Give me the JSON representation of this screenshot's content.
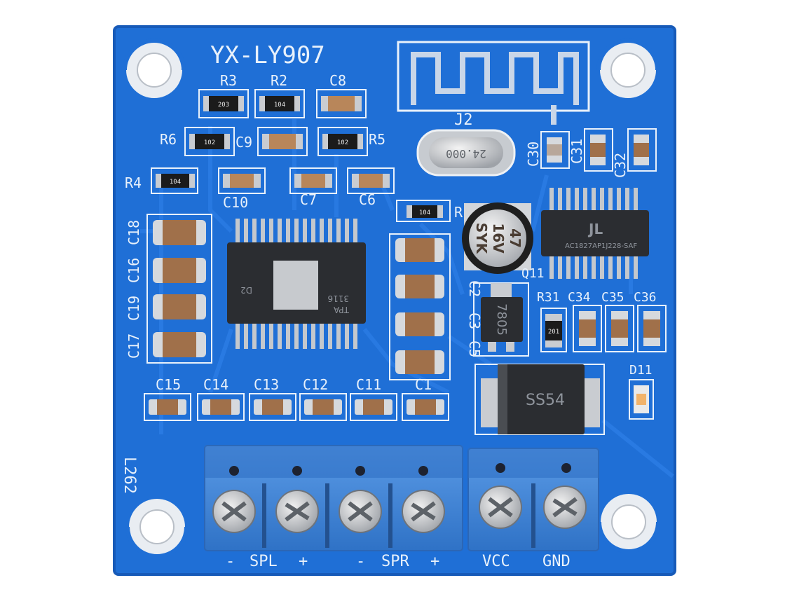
{
  "board": {
    "title": "YX-LY907",
    "inductor_label": "L262",
    "colors": {
      "pcb": "#1f6fd6",
      "pcb_edge": "#1a5fc0",
      "silkscreen": "#e8f1fb",
      "terminal": "#3f86d9",
      "chip": "#2b2d31",
      "capacitor": "#b8865a",
      "pad": "#c9ccd1"
    }
  },
  "labels": {
    "r3": "R3",
    "r2": "R2",
    "c8": "C8",
    "r6": "R6",
    "c9": "C9",
    "r5": "R5",
    "r4": "R4",
    "c10": "C10",
    "c7": "C7",
    "c6": "C6",
    "c18": "C18",
    "c16": "C16",
    "c19": "C19",
    "c17": "C17",
    "r1": "R1",
    "c2": "C2",
    "c3": "C3",
    "c5": "C5",
    "j2": "J2",
    "c30": "C30",
    "c31": "C31",
    "c32": "C32",
    "q11": "Q11",
    "r31": "R31",
    "c34": "C34",
    "c35": "C35",
    "c36": "C36",
    "d11": "D11",
    "c15": "C15",
    "c14": "C14",
    "c13": "C13",
    "c12": "C12",
    "c11": "C11",
    "c1": "C1"
  },
  "resistor_codes": {
    "r3": "203",
    "r2": "104",
    "r6": "102",
    "r5": "102",
    "r4": "104",
    "r1": "104",
    "r31": "201"
  },
  "components": {
    "crystal_freq": "24.000",
    "cap_value": "47",
    "cap_voltage": "16V",
    "cap_series": "SYK",
    "regulator_code": "7805",
    "diode_code": "SS54",
    "bt_chip_logo": "JL",
    "bt_chip_code": "AC1827AP1J228-SAF",
    "amp_chip_line1": "TPA",
    "amp_chip_line2": "3116",
    "amp_chip_line3": "D2"
  },
  "terminals": {
    "minus_l": "-",
    "spl": "SPL",
    "plus_l": "+",
    "minus_r": "-",
    "spr": "SPR",
    "plus_r": "+",
    "vcc": "VCC",
    "gnd": "GND"
  }
}
